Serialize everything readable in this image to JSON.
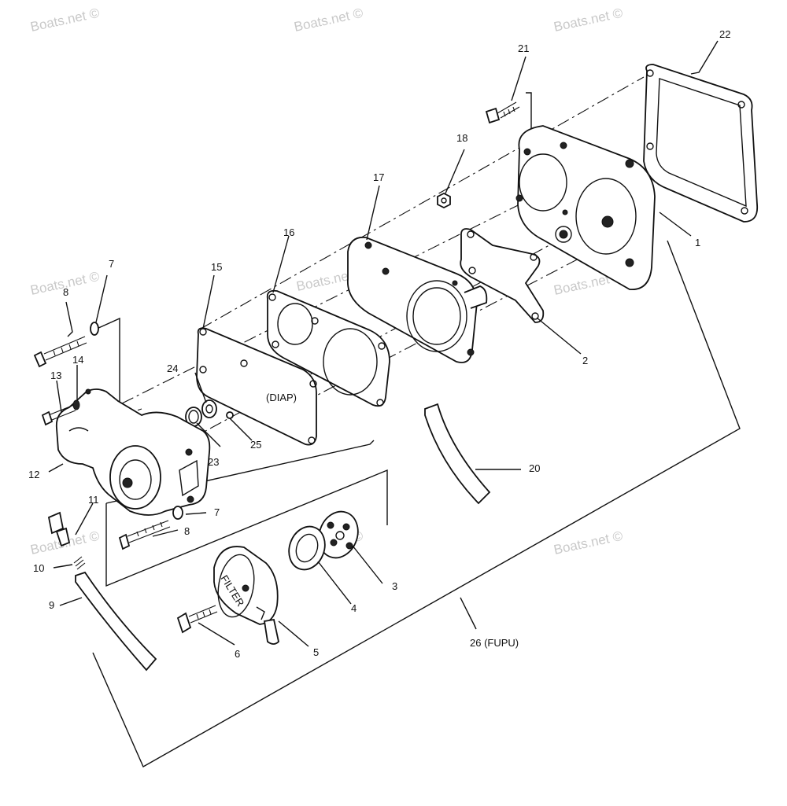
{
  "watermark": "Boats.net ©",
  "labels": {
    "l1": "1",
    "l2": "2",
    "l3": "3",
    "l4": "4",
    "l5": "5",
    "l6": "6",
    "l7a": "7",
    "l7b": "7",
    "l8a": "8",
    "l8b": "8",
    "l9": "9",
    "l10": "10",
    "l11": "11",
    "l12": "12",
    "l13": "13",
    "l14": "14",
    "l15": "15",
    "l16": "16",
    "l17": "17",
    "l18": "18",
    "l20": "20",
    "l21": "21",
    "l22": "22",
    "l23": "23",
    "l24": "24",
    "l25": "25",
    "l26": "26 (FUPU)",
    "diap": "(DIAP)"
  },
  "filter_text": "FILTER"
}
